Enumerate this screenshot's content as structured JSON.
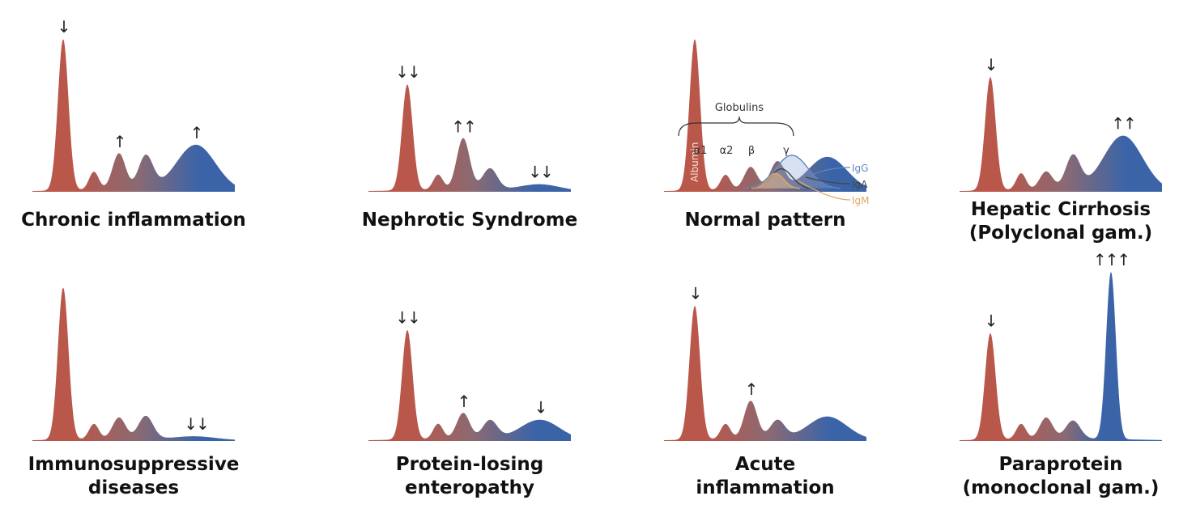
{
  "colors": {
    "albumin": "#b9574b",
    "mid": "#8a6a73",
    "gamma": "#3b64a8",
    "arrow": "#222222",
    "igg": "#5f87c0",
    "iga": "#444444",
    "igm": "#e0a860"
  },
  "panels": [
    {
      "id": "chronic-inflammation",
      "caption": [
        "Chronic inflammation"
      ],
      "row": 0,
      "col": 0,
      "levels": {
        "albumin": 1.0,
        "alpha1": 0.12,
        "alpha2": 0.24,
        "beta": 0.22,
        "gamma": 0.3
      },
      "arrows": {
        "albumin": "↓",
        "alpha2": "↑",
        "gamma": "↑"
      }
    },
    {
      "id": "nephrotic-syndrome",
      "caption": [
        "Nephrotic Syndrome"
      ],
      "row": 0,
      "col": 1,
      "levels": {
        "albumin": 0.7,
        "alpha1": 0.1,
        "alpha2": 0.34,
        "beta": 0.14,
        "gamma": 0.04
      },
      "arrows": {
        "albumin": "↓↓",
        "alpha2": "↑↑",
        "gamma": "↓↓"
      }
    },
    {
      "id": "normal-pattern",
      "caption": [
        "Normal pattern"
      ],
      "row": 0,
      "col": 2,
      "levels": {
        "albumin": 1.0,
        "alpha1": 0.1,
        "alpha2": 0.15,
        "beta": 0.18,
        "gamma": 0.22
      },
      "arrows": {},
      "annotations": {
        "albumin_label": "Albumin",
        "globulins_label": "Globulins",
        "fraction_labels": [
          "α1",
          "α2",
          "β",
          "γ"
        ],
        "ig_labels": [
          "IgG",
          "IgA",
          "IgM"
        ]
      }
    },
    {
      "id": "hepatic-cirrhosis",
      "caption": [
        "Hepatic Cirrhosis",
        "(Polyclonal gam.)"
      ],
      "row": 0,
      "col": 3,
      "levels": {
        "albumin": 0.75,
        "alpha1": 0.11,
        "alpha2": 0.12,
        "beta": 0.22,
        "gamma": 0.36
      },
      "arrows": {
        "albumin": "↓",
        "gamma": "↑↑"
      }
    },
    {
      "id": "immunosuppressive-diseases",
      "caption": [
        "Immunosuppressive",
        "diseases"
      ],
      "row": 1,
      "col": 0,
      "levels": {
        "albumin": 1.0,
        "alpha1": 0.1,
        "alpha2": 0.14,
        "beta": 0.15,
        "gamma": 0.02
      },
      "arrows": {
        "gamma": "↓↓"
      }
    },
    {
      "id": "protein-losing-enteropathy",
      "caption": [
        "Protein-losing",
        "enteropathy"
      ],
      "row": 1,
      "col": 1,
      "levels": {
        "albumin": 0.72,
        "alpha1": 0.1,
        "alpha2": 0.17,
        "beta": 0.12,
        "gamma": 0.13
      },
      "arrows": {
        "albumin": "↓↓",
        "alpha2": "↑",
        "gamma": "↓"
      }
    },
    {
      "id": "acute-inflammation",
      "caption": [
        "Acute",
        "inflammation"
      ],
      "row": 1,
      "col": 2,
      "levels": {
        "albumin": 0.88,
        "alpha1": 0.1,
        "alpha2": 0.25,
        "beta": 0.12,
        "gamma": 0.15
      },
      "arrows": {
        "albumin": "↓",
        "alpha2": "↑"
      }
    },
    {
      "id": "paraprotein",
      "caption": [
        "Paraprotein",
        "(monoclonal gam.)"
      ],
      "row": 1,
      "col": 3,
      "levels": {
        "albumin": 0.7,
        "alpha1": 0.1,
        "alpha2": 0.14,
        "beta": 0.12,
        "gamma": 1.1,
        "gamma_narrow": true
      },
      "arrows": {
        "albumin": "↓",
        "gamma": "↑↑↑"
      }
    }
  ]
}
